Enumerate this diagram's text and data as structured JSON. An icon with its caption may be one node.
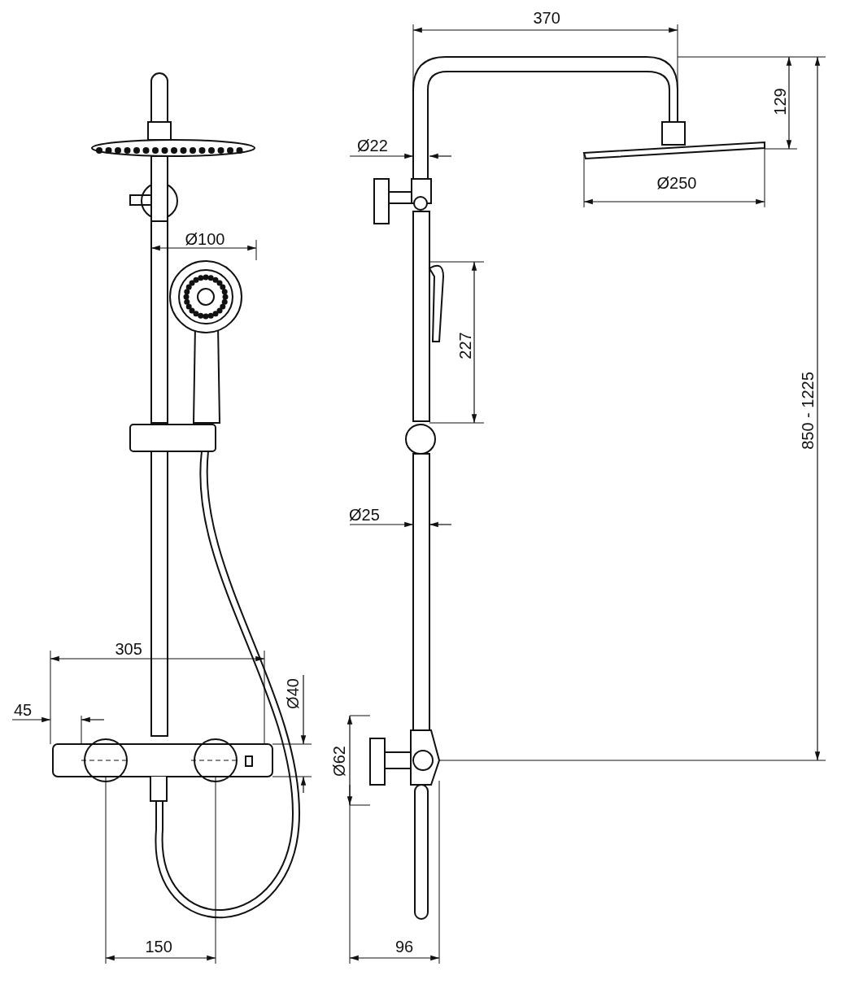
{
  "diagram": {
    "labels": [
      "370",
      "129",
      "Ø22",
      "Ø250",
      "Ø100",
      "227",
      "850 - 1225",
      "Ø25",
      "305",
      "Ø40",
      "45",
      "Ø62",
      "150",
      "96"
    ]
  }
}
